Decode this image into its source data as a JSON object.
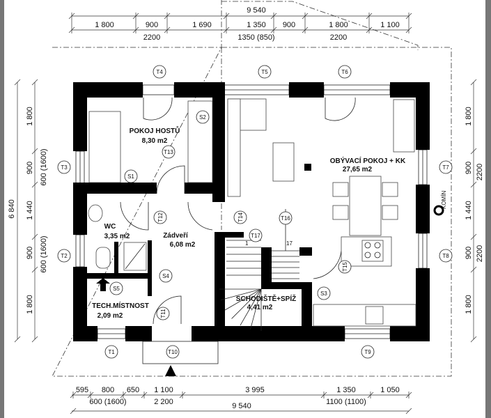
{
  "dimensions": {
    "top_total": "9 540",
    "top_row1": [
      "1 800",
      "900",
      "1 690",
      "1 350",
      "900",
      "1 800",
      "1 100"
    ],
    "top_row2": [
      "2200",
      "1350 (850)",
      "2200"
    ],
    "bottom_row1": [
      "595",
      "800",
      "650",
      "1 100",
      "3 995",
      "1 350",
      "1 050"
    ],
    "bottom_row2": [
      "600 (1600)",
      "2 200",
      "1100 (1100)"
    ],
    "bottom_total": "9 540",
    "left_total": "6 840",
    "left_row": [
      "1 800",
      "900",
      "1 440",
      "900",
      "1 800"
    ],
    "left_openings": [
      "600 (1600)",
      "600 (1600)"
    ],
    "right_row": [
      "1 800",
      "900",
      "1 440",
      "900",
      "1 800"
    ],
    "right_openings": [
      "2200",
      "2200"
    ]
  },
  "rooms": {
    "guest_room": {
      "name": "POKOJ HOSTŮ",
      "area": "8,30 m2"
    },
    "living_room": {
      "name": "OBÝVACÍ POKOJ + KK",
      "area": "27,65 m2"
    },
    "wc": {
      "name": "WC",
      "area": "3,35 m2"
    },
    "vestibule": {
      "name": "Zádveří",
      "area": "6,08 m2"
    },
    "tech_room": {
      "name": "TECH.MÍSTNOST",
      "area": "2,09 m2"
    },
    "stairs": {
      "name": "SCHODIŠTĚ+SPÍŽ",
      "area": "4,41 m2"
    }
  },
  "chimney_label": "KOMÍN",
  "stair_numbers": [
    "1",
    "17"
  ],
  "tags": {
    "T1": "T1",
    "T2": "T2",
    "T3": "T3",
    "T4": "T4",
    "T5": "T5",
    "T6": "T6",
    "T7": "T7",
    "T8": "T8",
    "T9": "T9",
    "T10": "T10",
    "T11": "T11",
    "T12": "T12",
    "T13": "T13",
    "T14": "T14",
    "T15": "T15",
    "T16": "T16",
    "T17": "T17",
    "S1": "S1",
    "S2": "S2",
    "S3": "S3",
    "S4": "S4",
    "S5": "S5"
  }
}
